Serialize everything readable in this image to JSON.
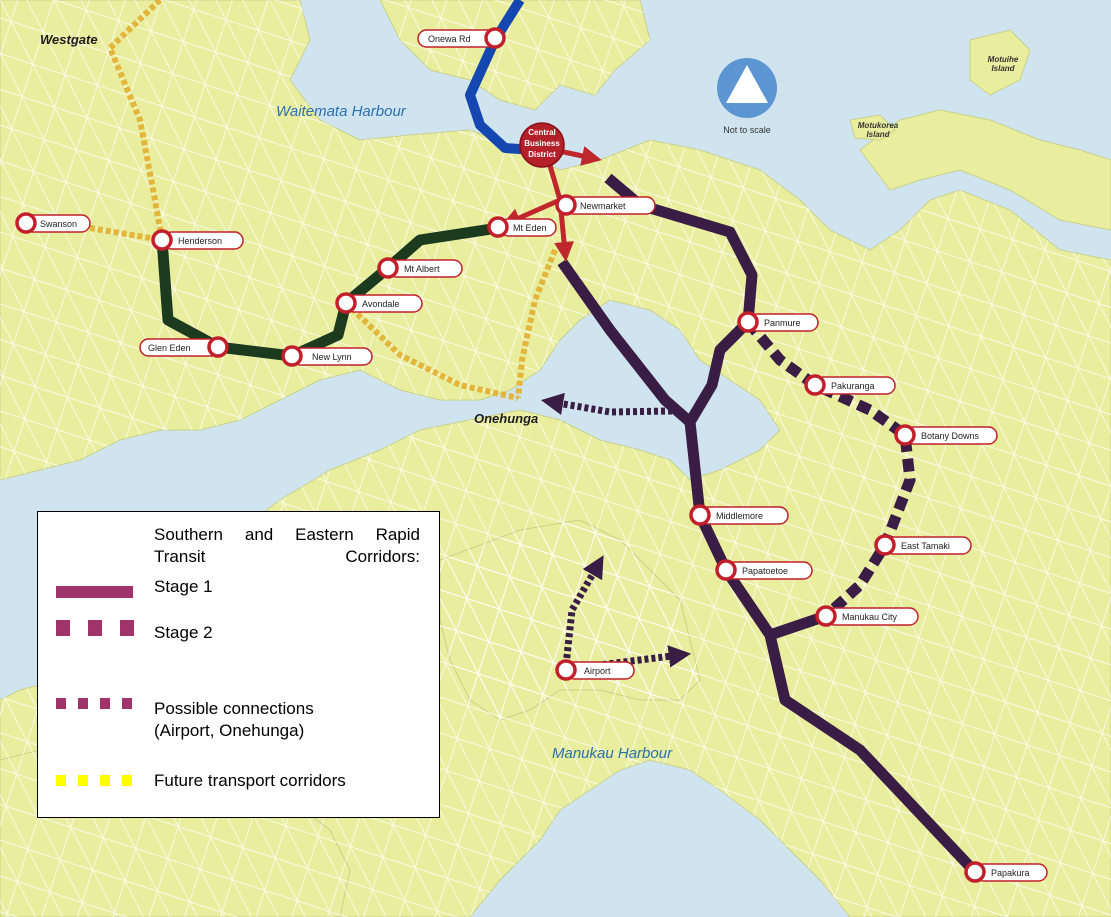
{
  "map": {
    "water_labels": {
      "waitemata": "Waitemata Harbour",
      "manukau": "Manukau Harbour"
    },
    "place_labels": {
      "westgate": "Westgate",
      "onehunga": "Onehunga"
    },
    "island_labels": {
      "motuihe": [
        "Motuihe",
        "Island"
      ],
      "motukorea": [
        "Motukorea",
        "Island"
      ]
    },
    "north_arrow": {
      "caption": "Not to scale",
      "icon": "north-arrow-icon"
    },
    "cbd": {
      "lines": [
        "Central",
        "Business",
        "District"
      ]
    },
    "stations": [
      {
        "id": "onewa-rd",
        "label": "Onewa Rd"
      },
      {
        "id": "newmarket",
        "label": "Newmarket"
      },
      {
        "id": "mt-eden",
        "label": "Mt Eden"
      },
      {
        "id": "swanson",
        "label": "Swanson"
      },
      {
        "id": "henderson",
        "label": "Henderson"
      },
      {
        "id": "mt-albert",
        "label": "Mt Albert"
      },
      {
        "id": "avondale",
        "label": "Avondale"
      },
      {
        "id": "glen-eden",
        "label": "Glen Eden"
      },
      {
        "id": "new-lynn",
        "label": "New Lynn"
      },
      {
        "id": "panmure",
        "label": "Panmure"
      },
      {
        "id": "pakuranga",
        "label": "Pakuranga"
      },
      {
        "id": "botany-downs",
        "label": "Botany Downs"
      },
      {
        "id": "middlemore",
        "label": "Middlemore"
      },
      {
        "id": "papatoetoe",
        "label": "Papatoetoe"
      },
      {
        "id": "east-tamaki",
        "label": "East Tamaki"
      },
      {
        "id": "manukau-city",
        "label": "Manukau City"
      },
      {
        "id": "airport",
        "label": "Airport"
      },
      {
        "id": "papakura",
        "label": "Papakura"
      }
    ],
    "colors": {
      "land": "#e9ee9f",
      "water": "#cfe4ef",
      "roads": "#ffffff",
      "stage1": "#3a1d44",
      "stage2": "#3a1d44",
      "western": "#1b3a1e",
      "northern": "#1447b0",
      "cbd_links": "#c0272d",
      "future": "#e3b53a",
      "station_ring": "#c21f2a"
    }
  },
  "legend": {
    "title": "Southern and Eastern Rapid Transit Corridors:",
    "items": [
      {
        "label": "Stage 1",
        "style": "solid",
        "color": "#a0336a"
      },
      {
        "label": "Stage 2",
        "style": "dash-large",
        "color": "#a0336a"
      },
      {
        "label": "Possible connections",
        "label2": "(Airport, Onehunga)",
        "style": "dash-small",
        "color": "#a0336a"
      },
      {
        "label": "Future transport corridors",
        "style": "dash-small",
        "color": "#ffff00"
      }
    ]
  }
}
